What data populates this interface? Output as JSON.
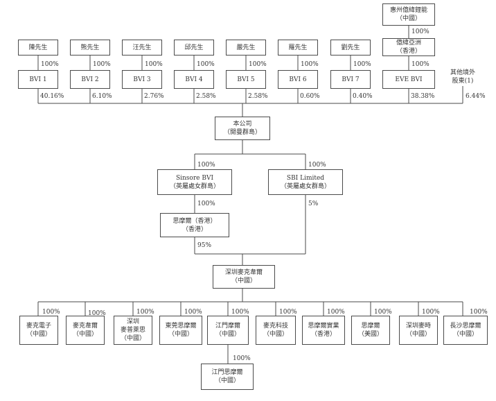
{
  "top_parent": {
    "line1": "惠州億緯鋰能",
    "line2": "（中國）",
    "pct": "100%"
  },
  "eve_asia": {
    "line1": "億緯亞洲",
    "line2": "（香港）",
    "pct": "100%"
  },
  "persons": [
    {
      "name": "陳先生",
      "pct": "100%"
    },
    {
      "name": "熊先生",
      "pct": "100%"
    },
    {
      "name": "汪先生",
      "pct": "100%"
    },
    {
      "name": "邱先生",
      "pct": "100%"
    },
    {
      "name": "嚴先生",
      "pct": "100%"
    },
    {
      "name": "羅先生",
      "pct": "100%"
    },
    {
      "name": "劉先生",
      "pct": "100%"
    }
  ],
  "bvis": [
    {
      "name": "BVI 1",
      "pct": "40.16%"
    },
    {
      "name": "BVI 2",
      "pct": "6.10%"
    },
    {
      "name": "BVI 3",
      "pct": "2.76%"
    },
    {
      "name": "BVI 4",
      "pct": "2.58%"
    },
    {
      "name": "BVI 5",
      "pct": "2.58%"
    },
    {
      "name": "BVI 6",
      "pct": "0.60%"
    },
    {
      "name": "BVI 7",
      "pct": "0.40%"
    },
    {
      "name": "EVE BVI",
      "pct": "38.38%"
    }
  ],
  "other_holders": {
    "line1": "其他境外",
    "line2": "股東(1)",
    "pct": "6.44%"
  },
  "company": {
    "line1": "本公司",
    "line2": "（開曼群島）"
  },
  "sunwoda_bvi": {
    "line1": "Sinsore BVI",
    "line2": "（英屬處女群島）",
    "pct_in": "100%",
    "pct_out": "100%"
  },
  "sbi": {
    "line1": "SBI Limited",
    "line2": "（英屬處女群島）",
    "pct_in": "100%",
    "pct_out": "5%"
  },
  "smoore_hk": {
    "line1": "思摩爾（香港）",
    "line2": "（香港）",
    "pct_out": "95%"
  },
  "shenzhen_maxwell": {
    "line1": "深圳麥克韋爾",
    "line2": "（中國）"
  },
  "subsidiaries": [
    {
      "lines": [
        "麥克電子",
        "（中國）"
      ],
      "pct": "100%"
    },
    {
      "lines": [
        "麥克韋爾",
        "（中國）"
      ],
      "pct": "100%"
    },
    {
      "lines": [
        "深圳",
        "麥普萊思",
        "（中國）"
      ],
      "pct": "100%"
    },
    {
      "lines": [
        "東莞思摩爾",
        "（中國）"
      ],
      "pct": "100%"
    },
    {
      "lines": [
        "江門摩爾",
        "（中國）"
      ],
      "pct": "100%"
    },
    {
      "lines": [
        "麥克科技",
        "（中國）"
      ],
      "pct": "100%"
    },
    {
      "lines": [
        "思摩爾實業",
        "（香港）"
      ],
      "pct": "100%"
    },
    {
      "lines": [
        "思摩爾",
        "（美國）"
      ],
      "pct": "100%"
    },
    {
      "lines": [
        "深圳麥時",
        "（中國）"
      ],
      "pct": "100%"
    },
    {
      "lines": [
        "長沙思摩爾",
        "（中國）"
      ],
      "pct": "100%"
    }
  ],
  "jiangmen_smoore": {
    "line1": "江門思摩爾",
    "line2": "（中國）",
    "pct": "100%"
  }
}
